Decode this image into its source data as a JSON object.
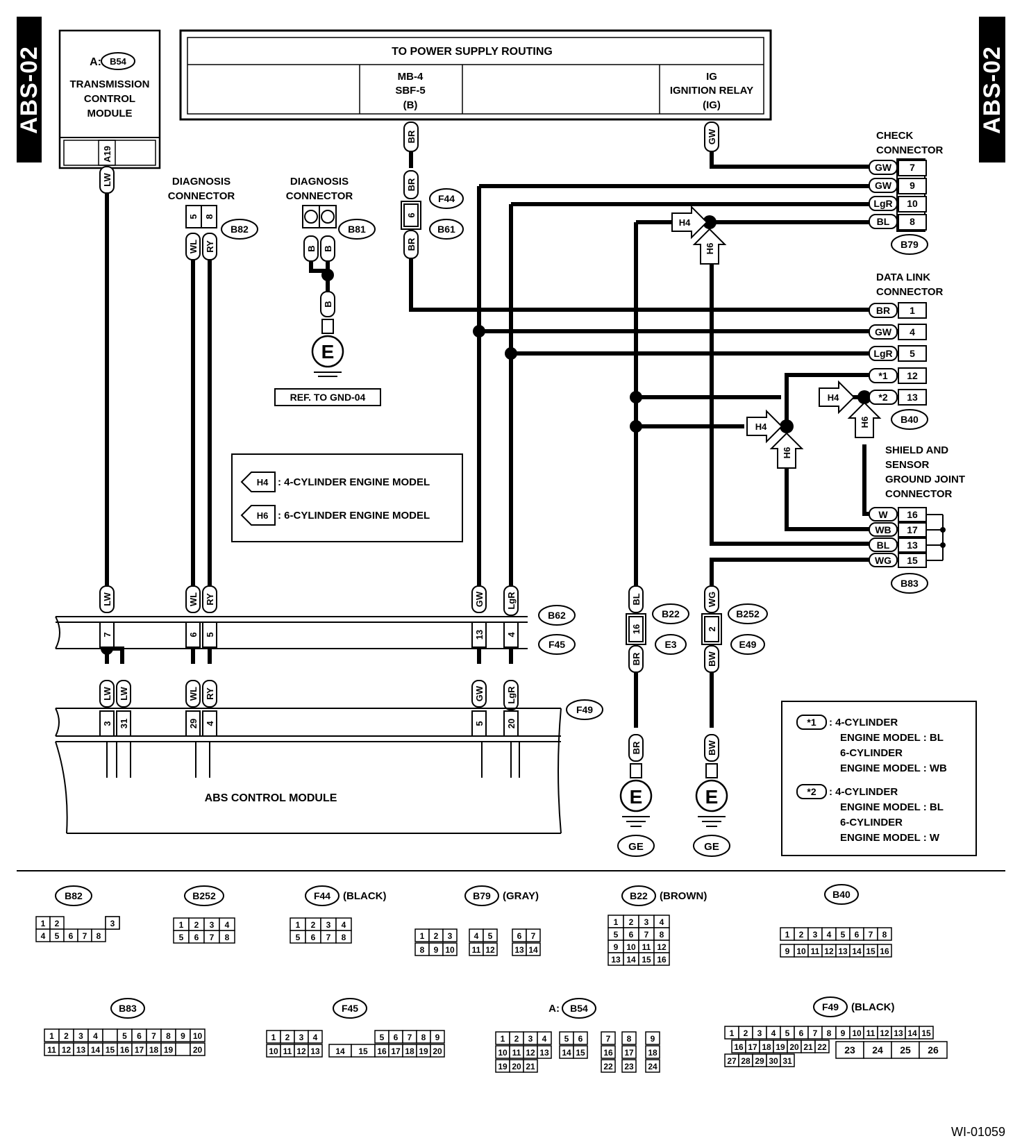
{
  "page_tag": "ABS-02",
  "figure_id": "WI-01059",
  "power_box": {
    "title": "TO POWER SUPPLY ROUTING",
    "fuse_lines": [
      "MB-4",
      "SBF-5",
      "(B)"
    ],
    "relay_lines": [
      "IG",
      "IGNITION RELAY",
      "(IG)"
    ]
  },
  "tcm": {
    "connector": "B54",
    "prefix": "A:",
    "name_lines": [
      "TRANSMISSION",
      "CONTROL",
      "MODULE"
    ],
    "pin": "A19"
  },
  "diag_b82": {
    "label_lines": [
      "DIAGNOSIS",
      "CONNECTOR"
    ],
    "connector": "B82",
    "pins": [
      "5",
      "8"
    ]
  },
  "diag_b81": {
    "label_lines": [
      "DIAGNOSIS",
      "CONNECTOR"
    ],
    "connector": "B81",
    "ref": "REF. TO GND-04"
  },
  "ground_symbol": "E",
  "check_connector": {
    "label_lines": [
      "CHECK",
      "CONNECTOR"
    ],
    "connector": "B79",
    "pins": [
      {
        "wire": "GW",
        "pin": "7"
      },
      {
        "wire": "GW",
        "pin": "9"
      },
      {
        "wire": "LgR",
        "pin": "10"
      },
      {
        "wire": "BL",
        "pin": "8"
      }
    ]
  },
  "data_link": {
    "label_lines": [
      "DATA LINK",
      "CONNECTOR"
    ],
    "connector": "B40",
    "pins": [
      {
        "wire": "BR",
        "pin": "1"
      },
      {
        "wire": "GW",
        "pin": "4"
      },
      {
        "wire": "LgR",
        "pin": "5"
      },
      {
        "wire": "*1",
        "pin": "12"
      },
      {
        "wire": "*2",
        "pin": "13"
      }
    ]
  },
  "shield": {
    "label_lines": [
      "SHIELD AND",
      "SENSOR",
      "GROUND JOINT",
      "CONNECTOR"
    ],
    "connector": "B83",
    "pins": [
      {
        "wire": "W",
        "pin": "16"
      },
      {
        "wire": "WB",
        "pin": "17"
      },
      {
        "wire": "BL",
        "pin": "13"
      },
      {
        "wire": "WG",
        "pin": "15"
      }
    ]
  },
  "legend": {
    "h4_tag": "H4",
    "h4_text": ": 4-CYLINDER ENGINE MODEL",
    "h6_tag": "H6",
    "h6_text": ": 6-CYLINDER ENGINE MODEL"
  },
  "notes": [
    {
      "tag": "*1",
      "lines": [
        ": 4-CYLINDER",
        "ENGINE MODEL : BL",
        "6-CYLINDER",
        "ENGINE MODEL : WB"
      ]
    },
    {
      "tag": "*2",
      "lines": [
        ": 4-CYLINDER",
        "ENGINE MODEL : BL",
        "6-CYLINDER",
        "ENGINE MODEL : W"
      ]
    }
  ],
  "harness": {
    "upper": "B62",
    "lower": "F45",
    "pins": [
      {
        "wire": "LW",
        "pin": "7"
      },
      {
        "wire": "WL",
        "pin": "6"
      },
      {
        "wire": "RY",
        "pin": "5"
      },
      {
        "wire": "GW",
        "pin": "13"
      },
      {
        "wire": "LgR",
        "pin": "4"
      }
    ]
  },
  "abs_module": {
    "name": "ABS CONTROL MODULE",
    "connector": "F49",
    "pins": [
      {
        "wire": "LW",
        "pin": "3"
      },
      {
        "wire": "LW",
        "pin": "31"
      },
      {
        "wire": "WL",
        "pin": "29"
      },
      {
        "wire": "RY",
        "pin": "4"
      },
      {
        "wire": "GW",
        "pin": "5"
      },
      {
        "wire": "LgR",
        "pin": "20"
      }
    ]
  },
  "joints": {
    "f44": {
      "upper": "F44",
      "lower": "B61",
      "pin": "6",
      "wire_top": "BR",
      "wire_in": "BR",
      "wire_bottom": "BR"
    },
    "b22": {
      "upper": "B22",
      "lower": "E3",
      "pin": "16",
      "wire_top": "BL",
      "wire_bottom": "BR",
      "ground_wire": "BR",
      "ground": "GE"
    },
    "b252": {
      "upper": "B252",
      "lower": "E49",
      "pin": "2",
      "wire_top": "WG",
      "wire_bottom": "BW",
      "ground_wire": "BW",
      "ground": "GE"
    }
  },
  "relay_wire": "GW",
  "connector_views": [
    {
      "name": "B82"
    },
    {
      "name": "B252"
    },
    {
      "name": "F44",
      "note": "(BLACK)"
    },
    {
      "name": "B79",
      "note": "(GRAY)"
    },
    {
      "name": "B22",
      "note": "(BROWN)"
    },
    {
      "name": "B40"
    },
    {
      "name": "B83"
    },
    {
      "name": "F45"
    },
    {
      "name": "B54",
      "prefix": "A:"
    },
    {
      "name": "F49",
      "note": "(BLACK)"
    }
  ],
  "colors": {
    "line": "#000000",
    "background": "#ffffff"
  }
}
